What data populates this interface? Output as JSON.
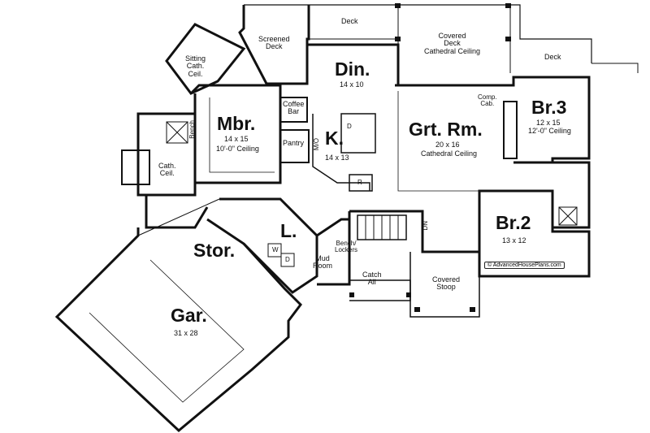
{
  "rooms": {
    "deck_top": "Deck",
    "screened_deck": "Screened\nDeck",
    "covered_deck": "Covered\nDeck\nCathedral Ceiling",
    "deck_right": "Deck",
    "sitting": "Sitting\nCath.\nCeil.",
    "din_name": "Din.",
    "din_size": "14 x 10",
    "mbr_name": "Mbr.",
    "mbr_size": "14 x 15",
    "mbr_ceiling": "10'-0\" Ceiling",
    "coffee_bar": "Coffee\nBar",
    "pantry": "Pantry",
    "mo": "M/O",
    "k_name": "K.",
    "k_size": "14 x 13",
    "d_island": "D",
    "r_fridge": "R",
    "grt_name": "Grt. Rm.",
    "grt_size": "20 x 16",
    "grt_ceiling": "Cathedral Ceiling",
    "comp_cab": "Comp.\nCab.",
    "br3_name": "Br.3",
    "br3_size": "12 x 15",
    "br3_ceiling": "12'-0\" Ceiling",
    "bench": "Bench",
    "cath_ceil": "Cath.\nCeil.",
    "br2_name": "Br.2",
    "br2_size": "13 x 12",
    "stor": "Stor.",
    "l_name": "L.",
    "w": "W",
    "d_dryer": "D",
    "mud_room": "Mud\nRoom",
    "bench_lockers": "Bench/\nLockers",
    "catch_all": "Catch\nAll",
    "dn": "DN",
    "covered_stoop": "Covered\nStoop",
    "gar_name": "Gar.",
    "gar_size": "31 x 28",
    "credit": "© AdvancedHousePlans.com"
  }
}
